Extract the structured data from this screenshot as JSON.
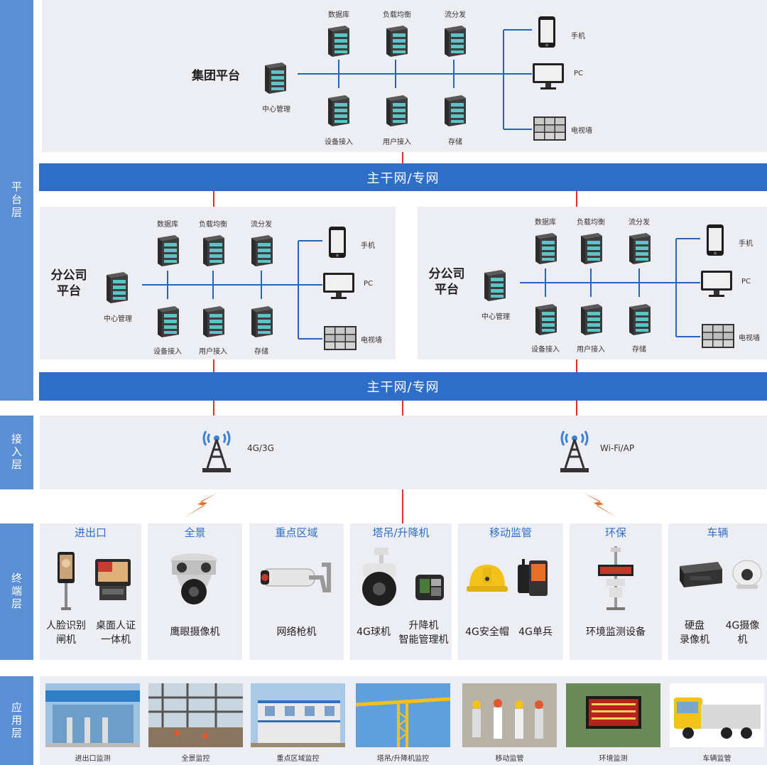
{
  "layers": {
    "platform": "平台层",
    "access": "接入层",
    "terminal": "终端层",
    "application": "应用层"
  },
  "backbone": {
    "top": "主干网/专网",
    "bottom": "主干网/专网"
  },
  "group": {
    "title": "集团平台",
    "center": "中心管理",
    "servers_top": [
      "数据库",
      "负载均衡",
      "流分发"
    ],
    "servers_bottom": [
      "设备接入",
      "用户接入",
      "存储"
    ],
    "clients": [
      "手机",
      "PC",
      "电视墙"
    ]
  },
  "branches": [
    {
      "title_line1": "分公司",
      "title_line2": "平台",
      "center": "中心管理",
      "servers_top": [
        "数据库",
        "负载均衡",
        "流分发"
      ],
      "servers_bottom": [
        "设备接入",
        "用户接入",
        "存储"
      ],
      "clients": [
        "手机",
        "PC",
        "电视墙"
      ]
    },
    {
      "title_line1": "分公司",
      "title_line2": "平台",
      "center": "中心管理",
      "servers_top": [
        "数据库",
        "负载均衡",
        "流分发"
      ],
      "servers_bottom": [
        "设备接入",
        "用户接入",
        "存储"
      ],
      "clients": [
        "手机",
        "PC",
        "电视墙"
      ]
    }
  ],
  "access": {
    "left": "4G/3G",
    "right": "Wi-Fi/AP"
  },
  "terminals": [
    {
      "title": "进出口",
      "labels": [
        "人脸识别\n闸机",
        "桌面人证\n一体机"
      ]
    },
    {
      "title": "全景",
      "labels": [
        "鹰眼摄像机"
      ]
    },
    {
      "title": "重点区域",
      "labels": [
        "网络枪机"
      ]
    },
    {
      "title": "塔吊/升降机",
      "labels": [
        "4G球机",
        "升降机\n智能管理机"
      ]
    },
    {
      "title": "移动监管",
      "labels": [
        "4G安全帽",
        "4G单兵"
      ]
    },
    {
      "title": "环保",
      "labels": [
        "环境监测设备"
      ]
    },
    {
      "title": "车辆",
      "labels": [
        "硬盘\n录像机",
        "4G摄像\n机"
      ]
    }
  ],
  "applications": [
    "进出口监测",
    "全景监控",
    "重点区域监控",
    "塔吊/升降机监控",
    "移动监管",
    "环境监测",
    "车辆监管"
  ],
  "colors": {
    "layer_tab": "#5b8fd3",
    "backbone": "#2f6ec7",
    "link_red": "#d9312b",
    "panel": "#eceef3",
    "terminal_title": "#2f6ec7"
  }
}
